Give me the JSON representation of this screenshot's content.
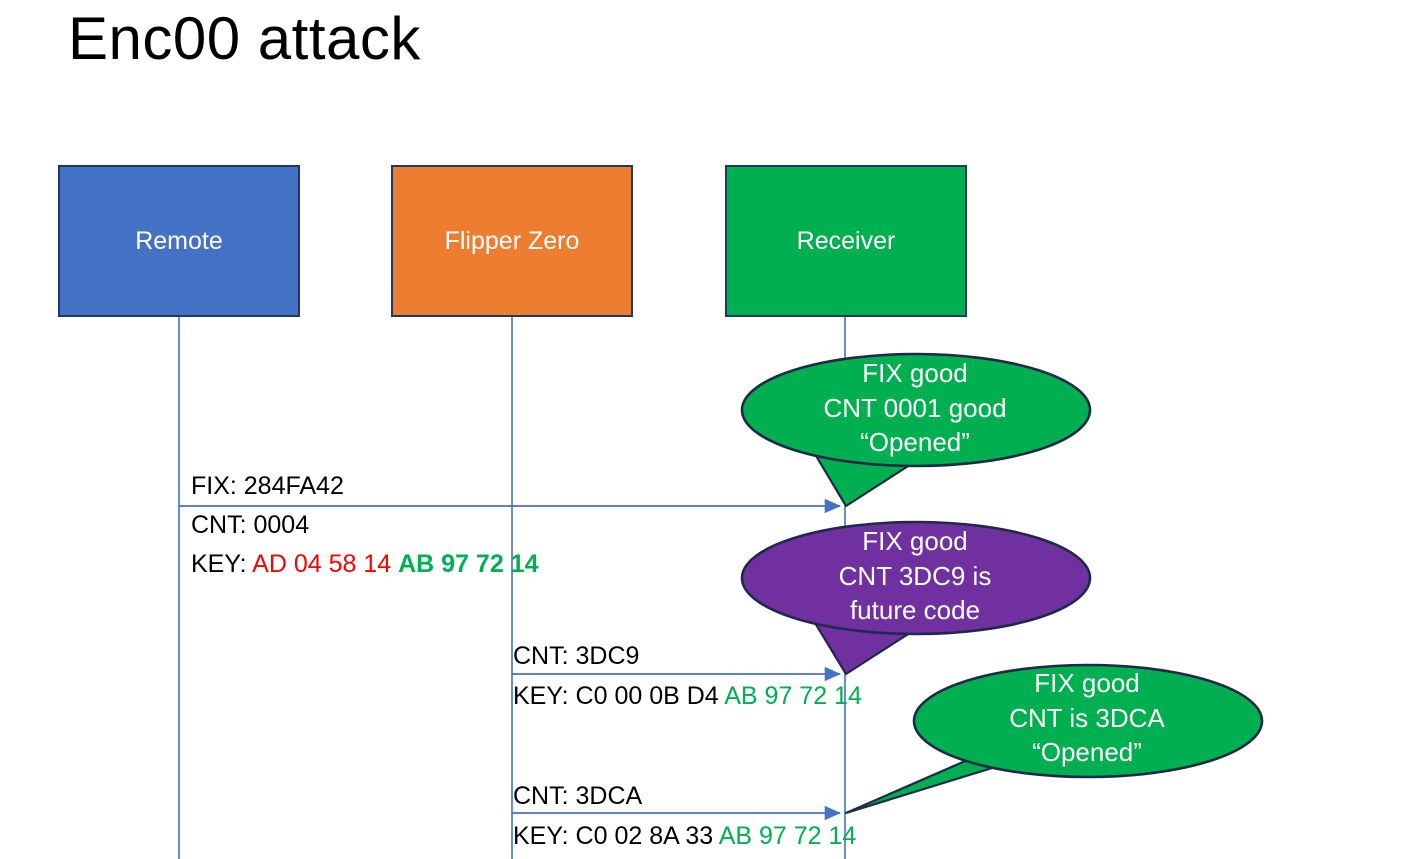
{
  "slide": {
    "title": "Enc00 attack",
    "background": "#ffffff"
  },
  "colors": {
    "remote_blue": "#4472C4",
    "flipper_orange": "#ED7D31",
    "receiver_green": "#00B050",
    "callout_green": "#00B050",
    "callout_purple": "#7030A0",
    "box_outline": "#1F3864",
    "lifeline_blue": "#4472C4",
    "hex_red": "#FF0000",
    "hex_green": "#00B050",
    "text_black": "#000000"
  },
  "actors": [
    {
      "id": "remote",
      "label": "Remote",
      "fill": "#4472C4"
    },
    {
      "id": "flipper",
      "label": "Flipper Zero",
      "fill": "#ED7D31"
    },
    {
      "id": "receiver",
      "label": "Receiver",
      "fill": "#00B050"
    }
  ],
  "messages": [
    {
      "id": "msg1",
      "from": "remote",
      "to": "receiver",
      "fix_label": "FIX: 284FA42",
      "cnt_label": "CNT: 0004",
      "key_prefix": "KEY: ",
      "key_red": "AD 04 58 14",
      "key_green": "AB 97 72 14"
    },
    {
      "id": "msg2",
      "from": "flipper",
      "to": "receiver",
      "cnt_label": "CNT: 3DC9",
      "key_prefix": "KEY: C0 00 0B D4 ",
      "key_green": "AB 97 72 14"
    },
    {
      "id": "msg3",
      "from": "flipper",
      "to": "receiver",
      "cnt_label": "CNT: 3DCA",
      "key_prefix": "KEY: C0 02 8A 33 ",
      "key_green": "AB 97 72 14"
    }
  ],
  "callouts": [
    {
      "id": "callout1",
      "fill": "#00B050",
      "line1": "FIX good",
      "line2": "CNT 0001 good",
      "line3": "“Opened”"
    },
    {
      "id": "callout2",
      "fill": "#7030A0",
      "line1": "FIX good",
      "line2": "CNT 3DC9 is",
      "line3": "future code"
    },
    {
      "id": "callout3",
      "fill": "#00B050",
      "line1": "FIX good",
      "line2": "CNT is 3DCA",
      "line3": "“Opened”"
    }
  ]
}
